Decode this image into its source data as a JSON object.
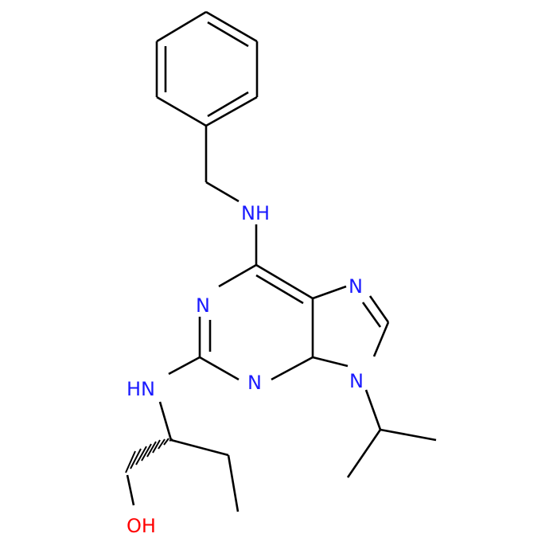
{
  "colors": {
    "bond": "#000000",
    "nitrogen": "#1a1aff",
    "oxygen": "#ff0000"
  },
  "atoms": {
    "nh_benzyl": "NH",
    "n1": "N",
    "n3": "N",
    "n7": "N",
    "n9": "N",
    "hn_amine": "HN",
    "oh": "OH"
  }
}
